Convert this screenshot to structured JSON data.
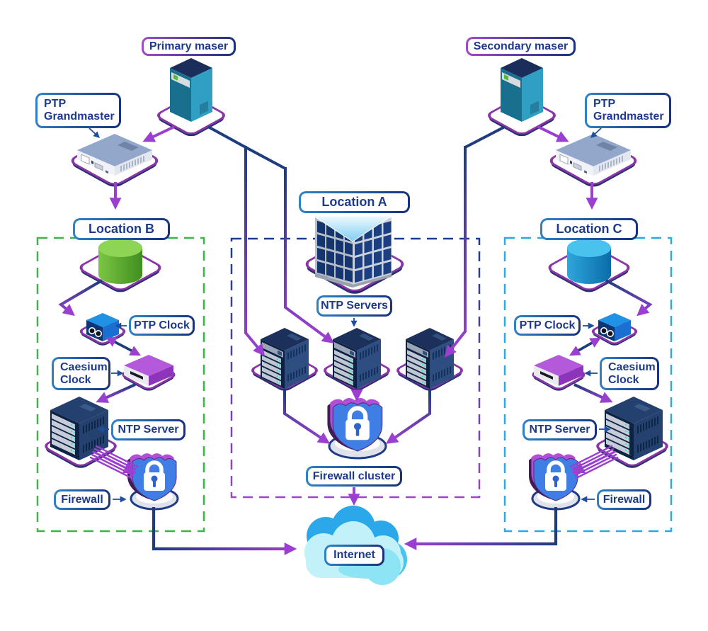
{
  "diagram": {
    "title": "Timing distribution network diagram",
    "labels": {
      "primary_maser": "Primary maser",
      "secondary_maser": "Secondary maser",
      "ptp_grandmaster_left": "PTP\nGrandmaster",
      "ptp_grandmaster_right": "PTP\nGrandmaster",
      "location_a": "Location A",
      "location_b": "Location B",
      "location_c": "Location C",
      "ntp_servers": "NTP Servers",
      "ptp_clock_left": "PTP Clock",
      "ptp_clock_right": "PTP Clock",
      "caesium_clock_left": "Caesium\nClock",
      "caesium_clock_right": "Caesium\nClock",
      "ntp_server_left": "NTP Server",
      "ntp_server_right": "NTP Server",
      "firewall_left": "Firewall",
      "firewall_right": "Firewall",
      "firewall_cluster": "Firewall cluster",
      "internet": "Internet"
    },
    "colors": {
      "navy_line": "#1e3c7e",
      "purple_arrow": "#9b3fd1",
      "label_text": "#1e3a8c",
      "label_border_blue_start": "#2f84c9",
      "label_border_blue_end": "#16307c",
      "label_border_purple_start": "#a44bc8",
      "location_b_boundary": "#3cb44a",
      "location_c_boundary": "#2aa9e2",
      "location_a_boundary_top": "#1e3c88",
      "location_a_boundary_bottom": "#9c46c8",
      "platform_rim": "#8a35a8",
      "cylinder_b_green": "#5aa82e",
      "cylinder_c_blue": "#1696d2",
      "shield_blue": "#3f7ee4",
      "shield_purple": "#b14fd8",
      "cloud_cyan": "#c2f1fa",
      "cloud_blue": "#2aa8e9"
    },
    "icons": [
      "server-tower-icon",
      "grandmaster-device-icon",
      "building-icon",
      "database-cylinder-icon",
      "rack-server-icon",
      "ptp-clock-device-icon",
      "caesium-clock-device-icon",
      "firewall-shield-icon",
      "cloud-icon"
    ]
  }
}
